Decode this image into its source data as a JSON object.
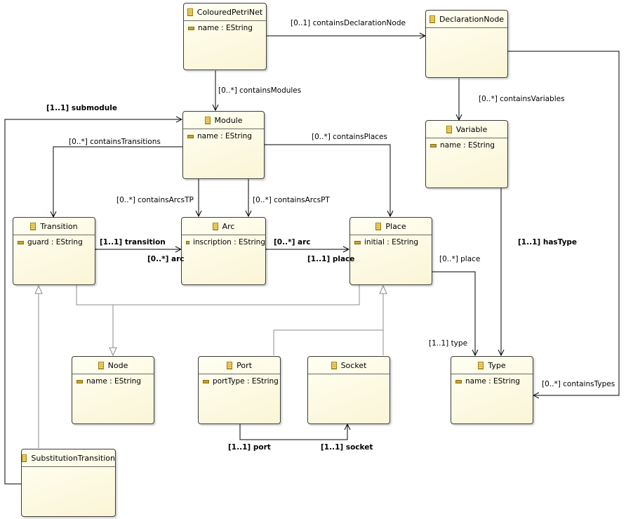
{
  "classes": {
    "coloured_petri_net": {
      "name": "ColouredPetriNet",
      "attr": "name : EString"
    },
    "declaration_node": {
      "name": "DeclarationNode"
    },
    "module": {
      "name": "Module",
      "attr": "name : EString"
    },
    "variable": {
      "name": "Variable",
      "attr": "name : EString"
    },
    "transition": {
      "name": "Transition",
      "attr": "guard : EString"
    },
    "arc": {
      "name": "Arc",
      "attr": "inscription : EString"
    },
    "place": {
      "name": "Place",
      "attr": "initial : EString"
    },
    "node": {
      "name": "Node",
      "attr": "name : EString"
    },
    "port": {
      "name": "Port",
      "attr": "portType : EString"
    },
    "socket": {
      "name": "Socket"
    },
    "type": {
      "name": "Type",
      "attr": "name : EString"
    },
    "substitution_transition": {
      "name": "SubstitutionTransition"
    }
  },
  "labels": {
    "contains_declaration_node": "[0..1] containsDeclarationNode",
    "contains_modules": "[0..*] containsModules",
    "submodule": "[1..1] submodule",
    "contains_variables": "[0..*] containsVariables",
    "contains_transitions": "[0..*] containsTransitions",
    "contains_places": "[0..*] containsPlaces",
    "contains_arcs_tp": "[0..*] containsArcsTP",
    "contains_arcs_pt": "[0..*] containsArcsPT",
    "transition": "[1..1] transition",
    "arc_left": "[0..*] arc",
    "arc_right": "[0..*] arc",
    "place": "[1..1] place",
    "has_type": "[1..1] hasType",
    "place_many": "[0..*] place",
    "type": "[1..1] type",
    "contains_types": "[0..*] containsTypes",
    "port": "[1..1] port",
    "socket": "[1..1] socket"
  },
  "colors": {
    "line": "#000000",
    "inherit_line": "#8c8c8c",
    "class_fill": "#fcf6da"
  }
}
